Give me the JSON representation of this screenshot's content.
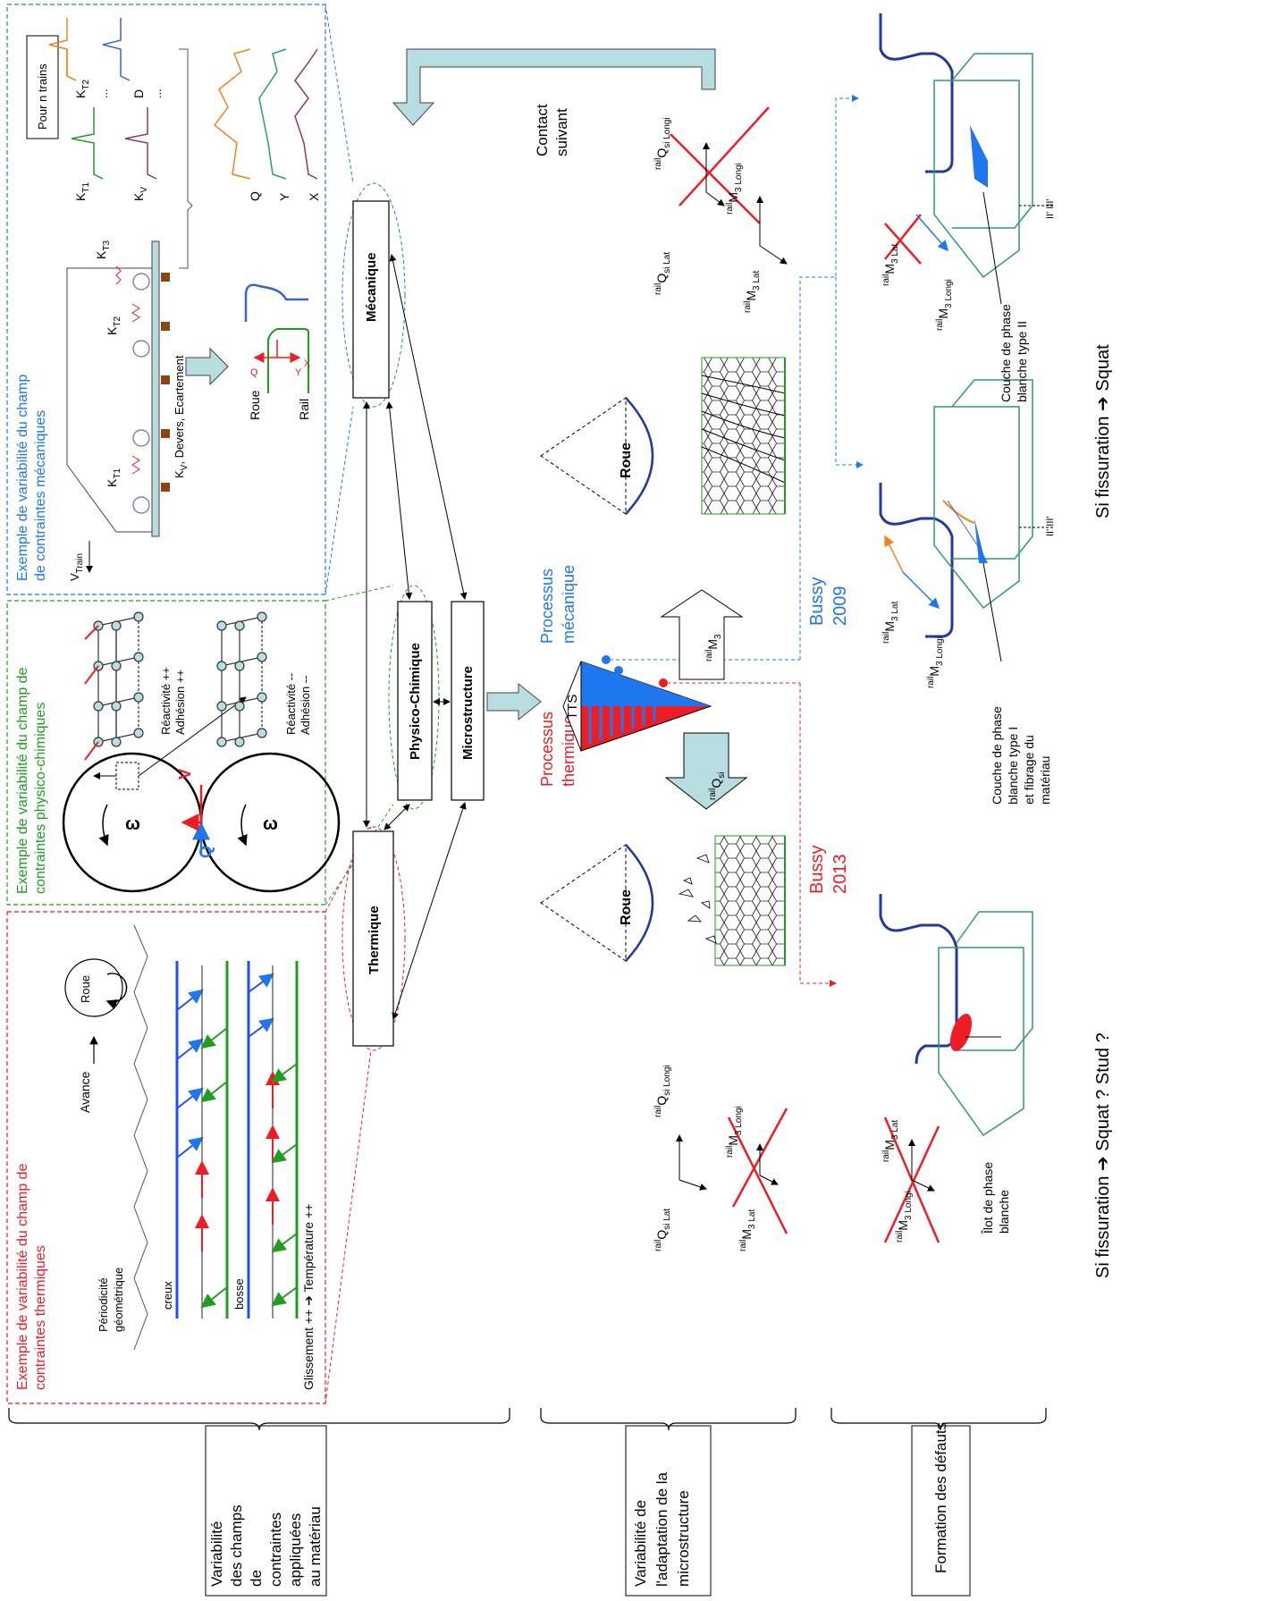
{
  "left_bracket_label": [
    "Variabilité",
    "des champs",
    "de",
    "contraintes",
    "appliquées",
    "au matériau"
  ],
  "mid_bracket_label": [
    "Variabilité de",
    "l'adaptation de la",
    "microstructure"
  ],
  "right_bracket_label": [
    "Formation des défauts"
  ],
  "panel_thermal": {
    "title": [
      "Exemple de variabilité du champ de",
      "contraintes thermiques"
    ],
    "roue": "Roue",
    "avance": "Avance",
    "periodicite": [
      "Périodicité",
      "géométrique"
    ],
    "creux": "creux",
    "bosse": "bosse",
    "glissement": "Glissement ++ ➔ Température ++"
  },
  "panel_chemical": {
    "title": [
      "Exemple de variabilité du champ de",
      "contraintes physico-chimiques"
    ],
    "omega": "ω",
    "q": "Q",
    "v": "V",
    "reactivite_pp": [
      "Réactivité ++",
      "Adhésion ++"
    ],
    "reactivite_mm": [
      "Réactivité --",
      "Adhésion --"
    ]
  },
  "panel_mechanical": {
    "title": [
      "Exemple de variabilité du champ",
      "de contraintes mécaniques"
    ],
    "vtrain": "V",
    "vtrain_sub": "Train",
    "kt1": "K",
    "kt1_sub": "T1",
    "kt2": "K",
    "kt2_sub": "T2",
    "kt3": "K",
    "kt3_sub": "T3",
    "kv": "K",
    "kv_sub": "V",
    "kv_rest": ", Devers, Ecartement",
    "roue": "Roue",
    "rail": "Rail",
    "pour_n_trains": "Pour n trains",
    "d": "D",
    "q": "Q",
    "y": "Y",
    "x": "X",
    "ellipsis": "..."
  },
  "boxes": {
    "thermique": "Thermique",
    "physico": "Physico-Chimique",
    "microstructure": "Microstructure",
    "mecanique": "Mécanique"
  },
  "contact_suivant": [
    "Contact",
    "suivant"
  ],
  "process_thermal": [
    "Processus",
    "thermique"
  ],
  "process_mechanical": [
    "Processus",
    "mécanique"
  ],
  "tts": "TTS",
  "roue_left": "Roue",
  "roue_right": "Roue",
  "bussy_2013": [
    "Bussy",
    "2013"
  ],
  "bussy_2009": [
    "Bussy",
    "2009"
  ],
  "white_layer_1": [
    "Couche de phase",
    "blanche type I",
    "et fibrage du",
    "matériau"
  ],
  "white_layer_2": [
    "Couche de phase",
    "blanche type II"
  ],
  "ilot": [
    "Îlot de phase",
    "blanche"
  ],
  "sections": "II' III'",
  "bottom_left": "Si fissuration ➔ Squat ? Stud ?",
  "bottom_right": "Si fissuration ➔ Squat",
  "rail_sup": "rail",
  "qsi": "Q",
  "qsi_sub": "si",
  "qsi_lat_sub": "si Lat",
  "qsi_longi_sub": "si Longi",
  "m3": "M",
  "m3_sub": "3",
  "m3_lat_sub": "3 Lat",
  "m3_longi_sub": "3 Longi",
  "colors": {
    "red": "#ee1c25",
    "blue": "#1f77f0",
    "green": "#1f9e1f",
    "teal": "#b7dde0",
    "mechblue": "#3a63c9"
  }
}
